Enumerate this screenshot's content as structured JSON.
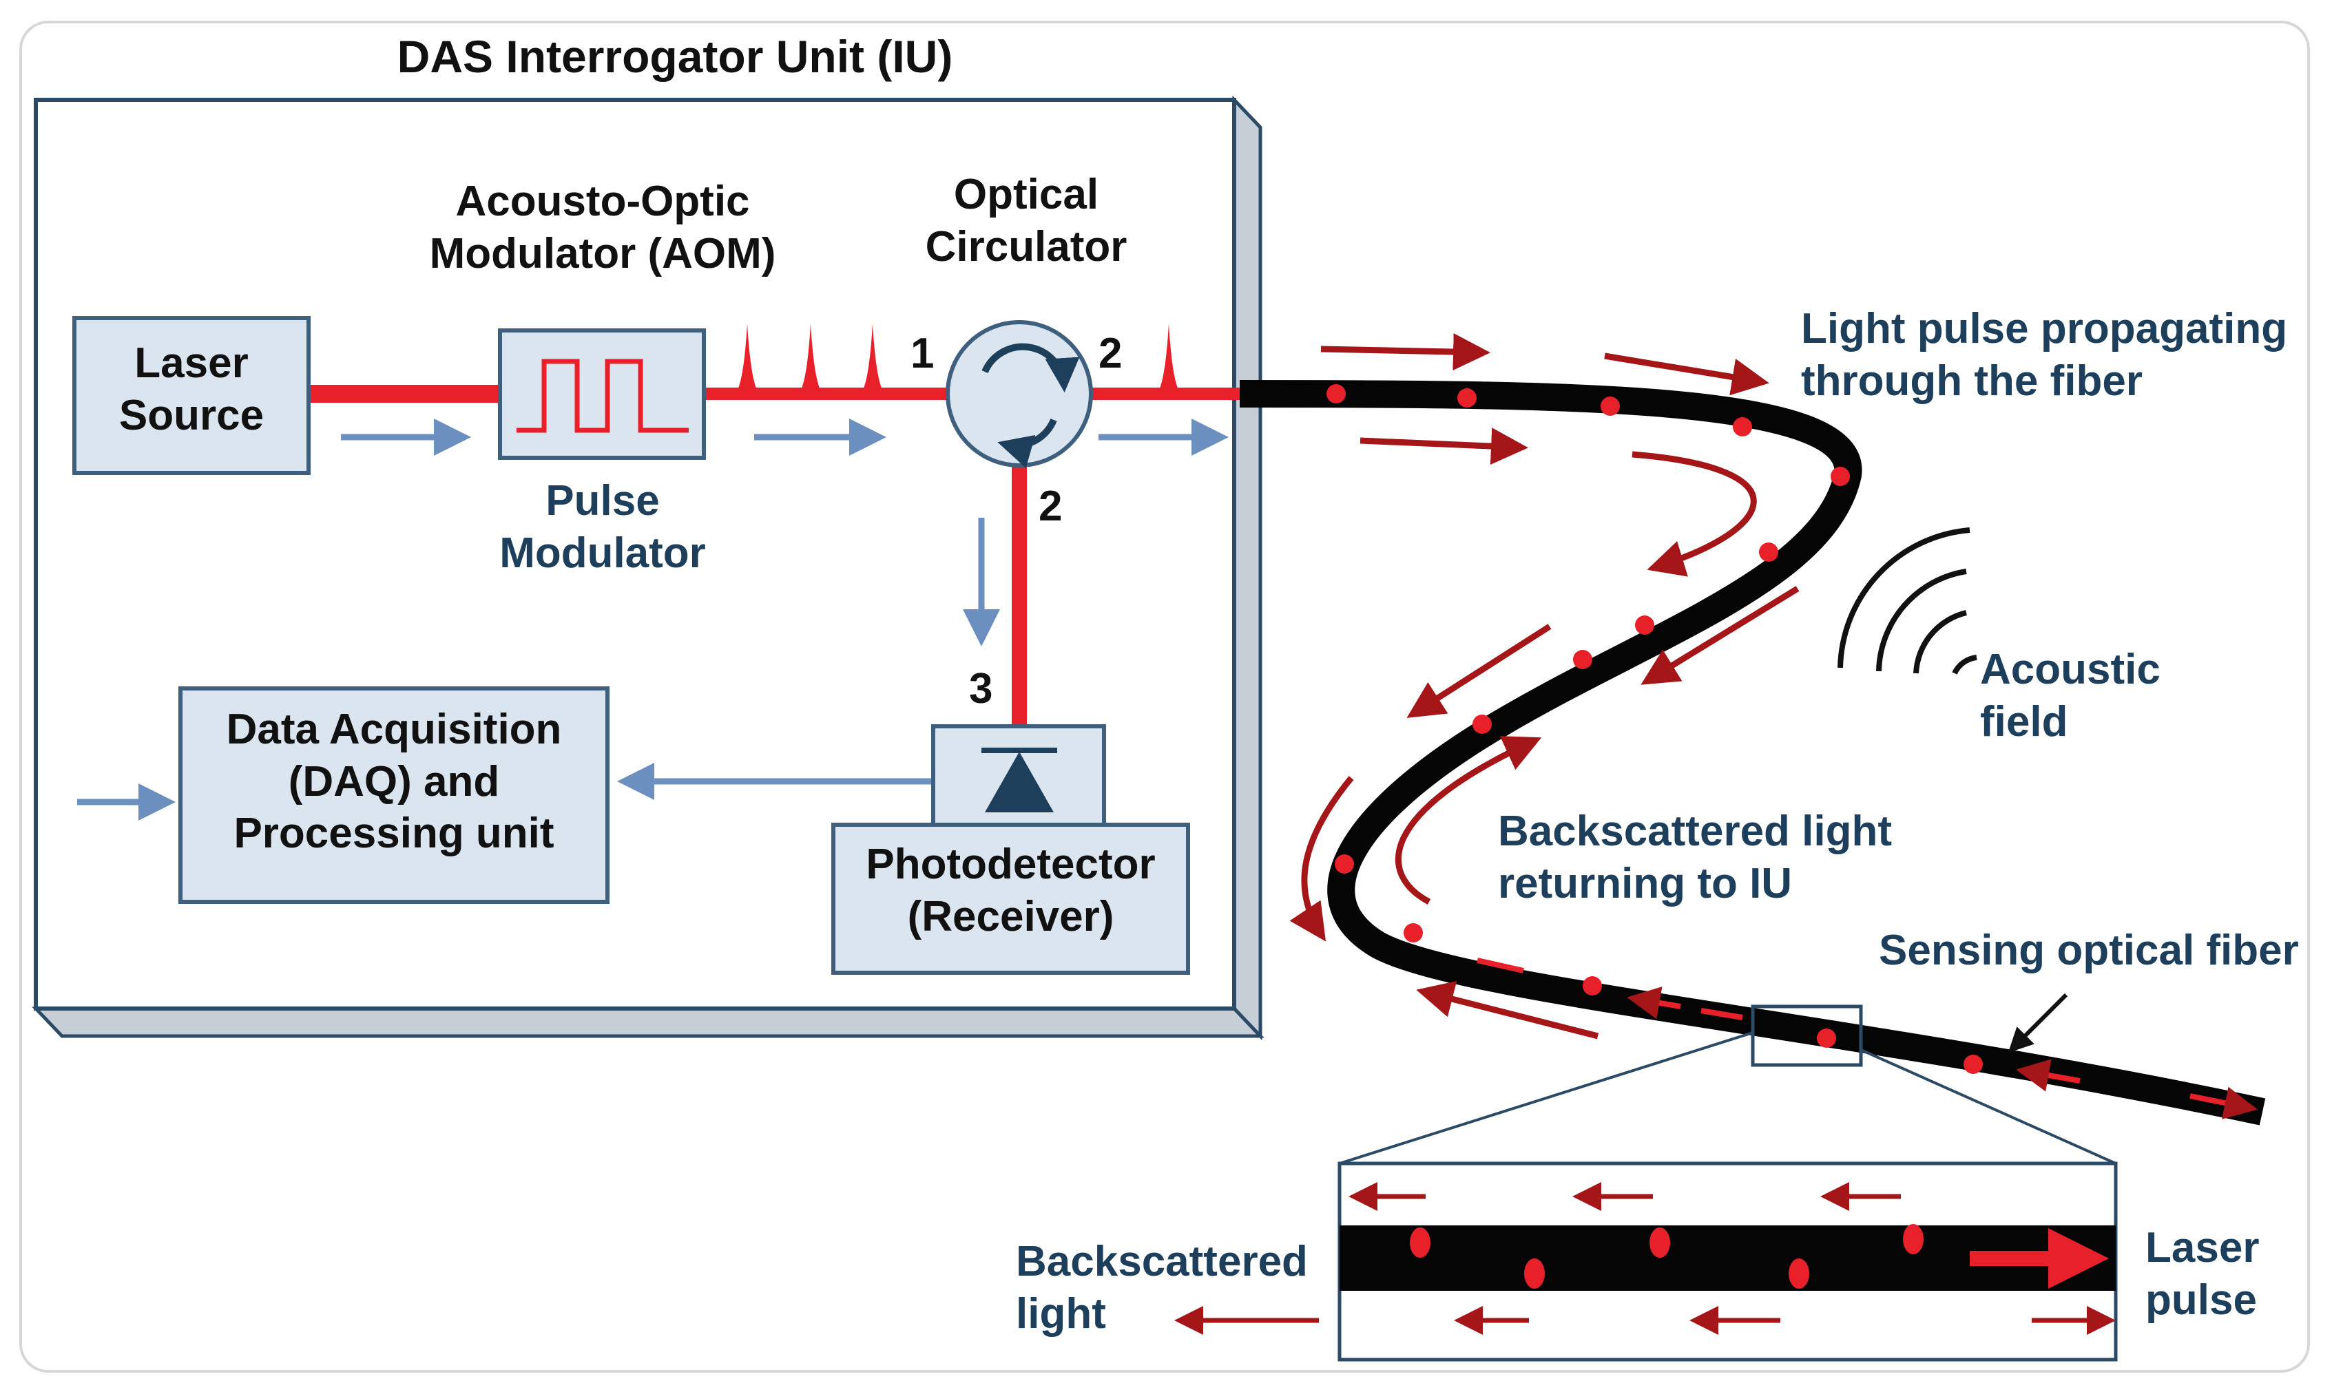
{
  "colors": {
    "panel_fill": "#ffffff",
    "iu_box_fill": "#ffffff",
    "iu_box_border": "#2b4a66",
    "block_fill": "#dbe5ef",
    "block_border": "#3e5f7e",
    "laser_red": "#e8202a",
    "arrow_darkred": "#a51619",
    "flow_blue": "#6b8fbf",
    "fiber_black": "#050505",
    "label_dark": "#111111",
    "label_navy": "#1d3f5c"
  },
  "title": "DAS Interrogator Unit (IU)",
  "blocks": {
    "laser": "Laser\nSource",
    "aom_title": "Acousto-Optic\nModulator (AOM)",
    "pulse_modulator": "Pulse\nModulator",
    "circulator_title": "Optical\nCirculator",
    "daq": "Data Acquisition\n(DAQ) and\nProcessing unit",
    "photodetector": "Photodetector\n(Receiver)"
  },
  "ports": {
    "p1": "1",
    "p2_right": "2",
    "p2_down": "2",
    "p3": "3"
  },
  "annotations": {
    "light_pulse": "Light pulse propagating\nthrough the fiber",
    "acoustic": "Acoustic\nfield",
    "backscattered_return": "Backscattered light\nreturning to IU",
    "sensing_fiber": "Sensing optical fiber",
    "inset_backscattered": "Backscattered\nlight",
    "inset_laser_pulse": "Laser\npulse"
  },
  "icons": [
    "square-pulse-icon",
    "circulator-arrows-icon",
    "photodiode-icon",
    "acoustic-wave-icon",
    "flow-arrow-icon",
    "zoom-inset"
  ]
}
